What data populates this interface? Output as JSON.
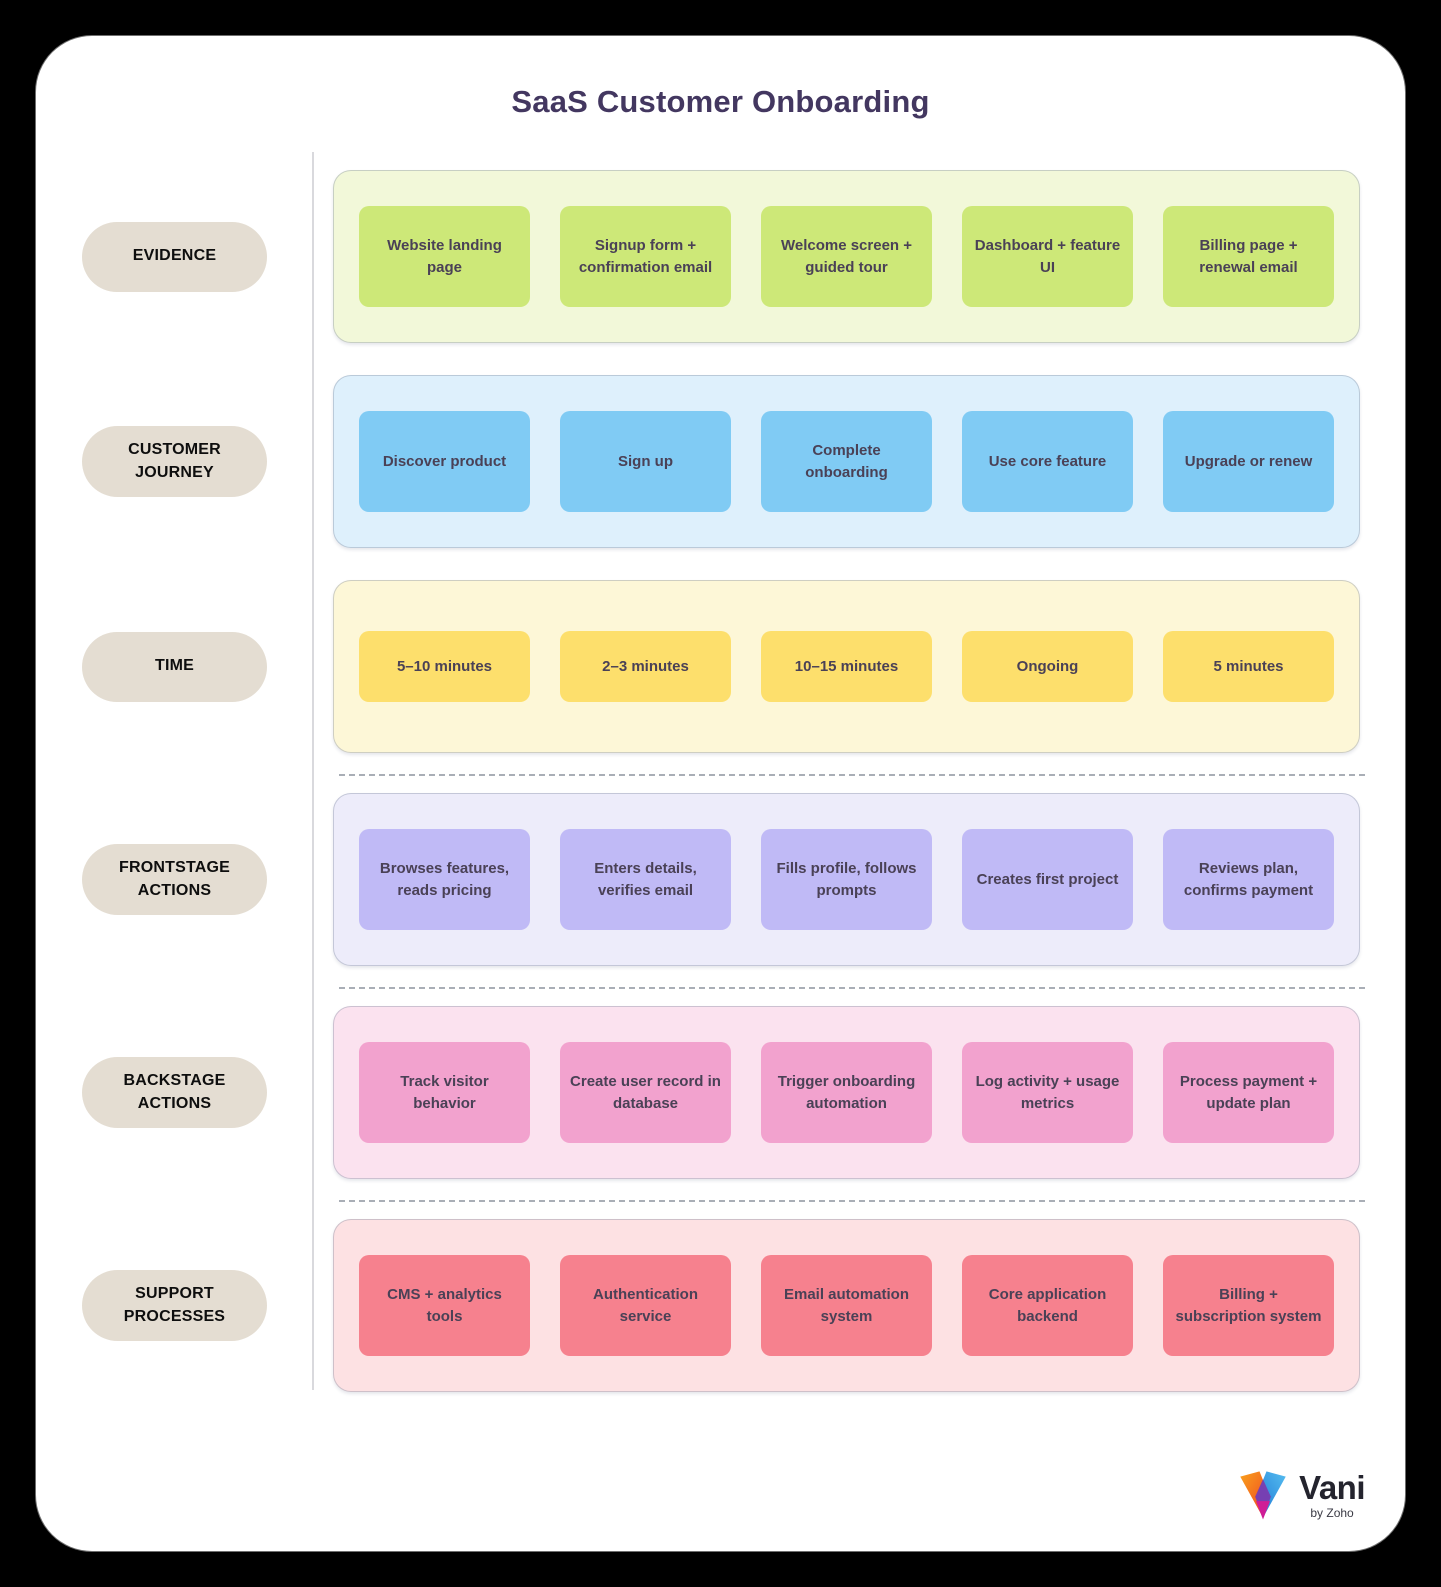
{
  "title": "SaaS Customer Onboarding",
  "rows": [
    {
      "label": "EVIDENCE",
      "row_bg": "#f2f8d9",
      "card_bg": "#cde878",
      "cards": [
        "Website landing page",
        "Signup form + confirmation email",
        "Welcome screen + guided tour",
        "Dashboard + feature UI",
        "Billing page + renewal email"
      ]
    },
    {
      "label": "CUSTOMER JOURNEY",
      "row_bg": "#def0fc",
      "card_bg": "#80cbf4",
      "cards": [
        "Discover product",
        "Sign up",
        "Complete onboarding",
        "Use core feature",
        "Upgrade or renew"
      ]
    },
    {
      "label": "TIME",
      "row_bg": "#fdf7d7",
      "card_bg": "#fddf6c",
      "cards": [
        "5–10 minutes",
        "2–3 minutes",
        "10–15 minutes",
        "Ongoing",
        "5 minutes"
      ]
    },
    {
      "label": "FRONTSTAGE ACTIONS",
      "row_bg": "#edecfa",
      "card_bg": "#c0baf6",
      "cards": [
        "Browses features, reads pricing",
        "Enters details, verifies email",
        "Fills profile, follows prompts",
        "Creates first project",
        "Reviews plan, confirms payment"
      ]
    },
    {
      "label": "BACKSTAGE ACTIONS",
      "row_bg": "#fbe2ef",
      "card_bg": "#f2a2ce",
      "cards": [
        "Track visitor behavior",
        "Create user record in database",
        "Trigger onboarding automation",
        "Log activity + usage metrics",
        "Process payment + update plan"
      ]
    },
    {
      "label": "SUPPORT PROCESSES",
      "row_bg": "#fde1e3",
      "card_bg": "#f6818e",
      "cards": [
        "CMS + analytics tools",
        "Authentication service",
        "Email automation system",
        "Core application backend",
        "Billing + subscription system"
      ]
    }
  ],
  "logo": {
    "brand": "Vani",
    "byline": "by Zoho"
  },
  "colors": {
    "page_bg": "#000000",
    "canvas_bg": "#ffffff",
    "title_text": "#433760",
    "card_text": "#4a4156",
    "pill_bg": "#e4ddd2",
    "pill_text": "#0e0e0e",
    "separator": "#a9aeb6",
    "divider": "#d9d9dd",
    "logo_orange": "#f4731e",
    "logo_blue": "#2f8fe0",
    "logo_purple": "#7c3aae",
    "logo_magenta": "#cf1d96"
  }
}
